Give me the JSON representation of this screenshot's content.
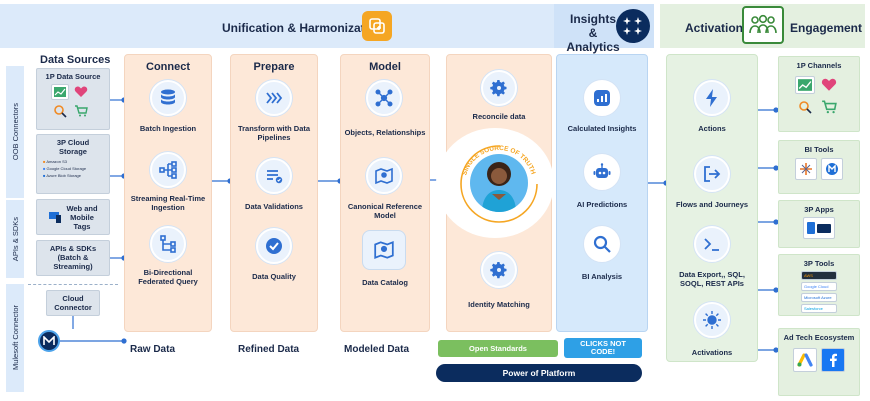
{
  "headers": {
    "unification": "Unification & Harmonization",
    "insights": "Insights &\nAnalytics",
    "activation": "Activation",
    "engagement": "Engagement"
  },
  "data_sources": {
    "title": "Data Sources",
    "first_party": "1P Data Source",
    "third_party": "3P Cloud\nStorage",
    "cloud_items": [
      "Amazon S3",
      "Google Cloud Storage",
      "Azure Blob Storage"
    ],
    "web_mobile": "Web and\nMobile\nTags",
    "apis_sdks": "APIs & SDKs\n(Batch &\nStreaming)",
    "cloud_connector": "Cloud\nConnector"
  },
  "side_labels": {
    "oob": "OOB Connectors",
    "apis": "APIs & SDKs",
    "mulesoft": "Mulesoft Connector"
  },
  "columns": {
    "connect": {
      "title": "Connect",
      "items": [
        "Batch Ingestion",
        "Streaming Real-Time\nIngestion",
        "Bi-Directional\nFederated Query"
      ]
    },
    "prepare": {
      "title": "Prepare",
      "items": [
        "Transform with Data\nPipelines",
        "Data Validations",
        "Data Quality"
      ]
    },
    "model": {
      "title": "Model",
      "items": [
        "Objects, Relationships",
        "Canonical Reference\nModel",
        "Data Catalog"
      ]
    },
    "center": {
      "items": [
        "Reconcile data",
        "Identity Matching"
      ],
      "ring_text": "SINGLE SOURCE OF TRUTH"
    },
    "insights": {
      "items": [
        "Calculated Insights",
        "AI Predictions",
        "BI Analysis"
      ]
    },
    "activation": {
      "items": [
        "Actions",
        "Flows and Journeys",
        "Data Export,, SQL,\nSOQL, REST APIs",
        "Activations"
      ]
    }
  },
  "engagement": {
    "channels": "1P Channels",
    "bi_tools": "BI Tools",
    "apps": "3P Apps",
    "tools": "3P Tools",
    "adtech": "Ad Tech Ecosystem",
    "tool_items": [
      "AWS",
      "Google Cloud",
      "Microsoft Azure",
      "Salesforce"
    ]
  },
  "bottom": {
    "raw": "Raw Data",
    "refined": "Refined Data",
    "modeled": "Modeled Data",
    "open_standards": "Open Standards",
    "clicks": "CLICKS NOT\nCODE!",
    "power": "Power of Platform"
  },
  "colors": {
    "peach": "#fde8d8",
    "blue_col": "#d6e9fb",
    "green_col": "#e6f2e3",
    "navy": "#0b2c5e",
    "green_btn": "#7bbf5f",
    "blue_btn": "#2ea0e6",
    "orange_accent": "#f5a623",
    "line": "#2f6fd1"
  }
}
